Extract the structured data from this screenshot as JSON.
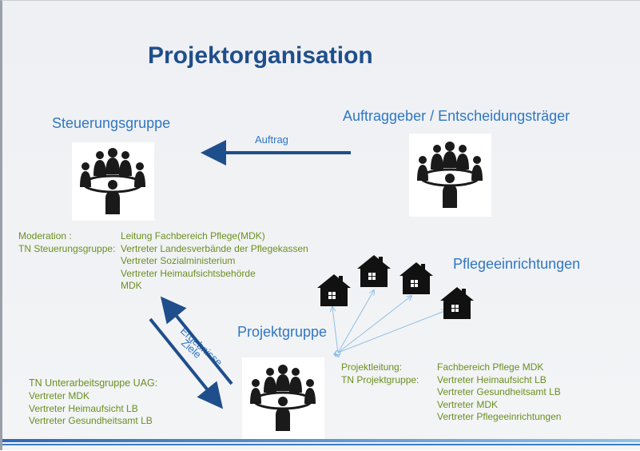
{
  "title": "Projektorganisation",
  "steuerungsgruppe": {
    "heading": "Steuerungsgruppe",
    "labels": [
      "Moderation :",
      "TN Steuerungsgruppe:"
    ],
    "members": [
      "Leitung Fachbereich Pflege(MDK)",
      "Vertreter Landesverbände der Pflegekassen",
      "Vertreter Sozialministerium",
      "Vertreter Heimaufsichtsbehörde",
      "MDK"
    ]
  },
  "auftraggeber": {
    "heading": "Auftraggeber / Entscheidungsträger"
  },
  "arrows": {
    "auftrag": "Auftrag",
    "ergebnisse": "Ergebnisse",
    "ziele": "Ziele"
  },
  "pflegeeinrichtungen": {
    "heading": "Pflegeeinrichtungen"
  },
  "projektgruppe": {
    "heading": "Projektgruppe",
    "labels": [
      "Projektleitung:",
      "TN Projektgruppe:"
    ],
    "members": [
      "Fachbereich Pflege MDK",
      "Vertreter Heimaufsicht LB",
      "Vertreter Gesundheitsamt LB",
      "Vertreter MDK",
      "Vertreter Pflegeeinrichtungen"
    ]
  },
  "uag": {
    "heading": "TN Unterarbeitsgruppe  UAG:",
    "members": [
      "Vertreter MDK",
      "Vertreter Heimaufsicht LB",
      "Vertreter Gesundheitsamt LB"
    ]
  },
  "colors": {
    "title": "#1f4e8c",
    "heading": "#2f77c3",
    "text_green": "#6b8f1f",
    "arrow": "#1f4e8c",
    "thin_arrow": "#8fbfe6"
  },
  "icons": [
    "meeting-icon",
    "house-icon"
  ]
}
